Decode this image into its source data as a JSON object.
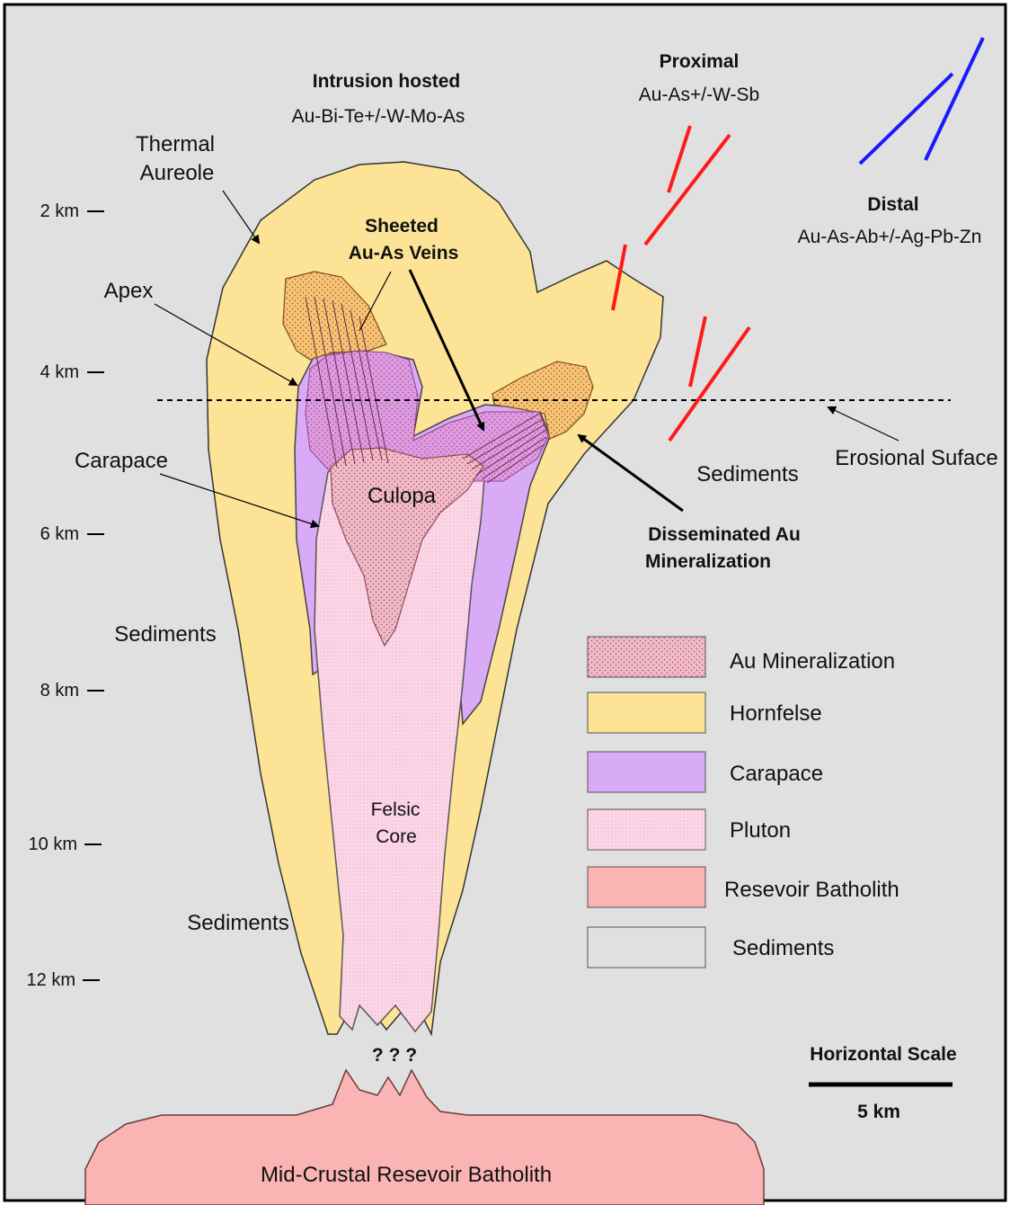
{
  "styles": {
    "background": "#e0e0e0",
    "hornfelse": "#fce396",
    "carapace": "#d9aaf5",
    "pluton": "#fcd6e6",
    "au_mineralization": "#f2bccb",
    "batholith": "#fab4b4",
    "proximal_veins": "#ff1a1a",
    "distal_veins": "#1a1aff"
  },
  "depth_scale": [
    "2 km",
    "4 km",
    "6 km",
    "8 km",
    "10 km",
    "12 km"
  ],
  "labels": {
    "intrusion_title": "Intrusion hosted",
    "intrusion_assemblage": "Au-Bi-Te+/-W-Mo-As",
    "proximal_title": "Proximal",
    "proximal_assemblage": "Au-As+/-W-Sb",
    "distal_title": "Distal",
    "distal_assemblage": "Au-As-Ab+/-Ag-Pb-Zn",
    "thermal_aureole_1": "Thermal",
    "thermal_aureole_2": "Aureole",
    "sheeted_1": "Sheeted",
    "sheeted_2": "Au-As Veins",
    "apex": "Apex",
    "carapace": "Carapace",
    "culopa": "Culopa",
    "sediments_right": "Sediments",
    "erosional_surface": "Erosional Suface",
    "disseminated_1": "Disseminated Au",
    "disseminated_2": "Mineralization",
    "sediments_left_upper": "Sediments",
    "sediments_left_lower": "Sediments",
    "felsic_core_1": "Felsic",
    "felsic_core_2": "Core",
    "unknown": "? ? ?",
    "batholith": "Mid-Crustal Resevoir Batholith"
  },
  "legend": [
    {
      "label": "Au Mineralization",
      "color": "#f2bccb"
    },
    {
      "label": "Hornfelse",
      "color": "#fce396"
    },
    {
      "label": "Carapace",
      "color": "#d9aaf5"
    },
    {
      "label": "Pluton",
      "color": "#fcd6e6"
    },
    {
      "label": "Resevoir Batholith",
      "color": "#fab4b4"
    },
    {
      "label": "Sediments",
      "color": "#e0e0e0"
    }
  ],
  "scale_bar": {
    "title": "Horizontal Scale",
    "value": "5 km"
  }
}
